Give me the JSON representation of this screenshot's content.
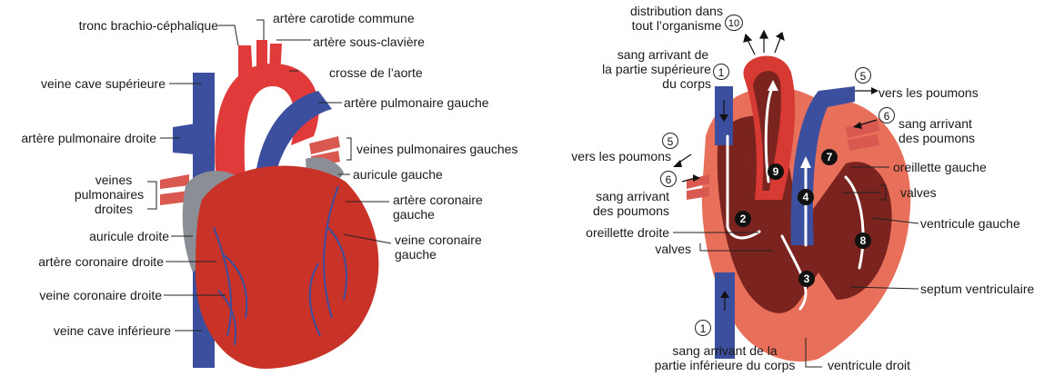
{
  "colors": {
    "aorta": "#e03a3a",
    "heart_muscle": "#c83227",
    "vein_blue": "#3c4f9e",
    "auricle_gray": "#8b8f95",
    "cut_interior": "#7a231f"
  },
  "left_labels": {
    "tronc": "tronc brachio-céphalique",
    "carotide": "artère carotide commune",
    "sous_claviere": "artère sous-clavière",
    "crosse": "crosse de l’aorte",
    "veine_cave_sup": "veine cave supérieure",
    "art_pulm_gauche": "artère pulmonaire gauche",
    "art_pulm_droite": "artère pulmonaire droite",
    "veines_pulm_gauches": "veines pulmonaires gauches",
    "veines_pulm_droites_1": "veines",
    "veines_pulm_droites_2": "pulmonaires",
    "veines_pulm_droites_3": "droites",
    "auricule_gauche": "auricule gauche",
    "art_cor_gauche_1": "artère coronaire",
    "art_cor_gauche_2": "gauche",
    "auricule_droite": "auricule droite",
    "veine_cor_gauche_1": "veine coronaire",
    "veine_cor_gauche_2": "gauche",
    "art_cor_droite": "artère coronaire droite",
    "veine_cor_droite": "veine coronaire droite",
    "veine_cave_inf": "veine cave inférieure"
  },
  "right_labels": {
    "distribution_1": "distribution dans",
    "distribution_2": "tout l’organisme",
    "sang_sup_1": "sang arrivant de",
    "sang_sup_2": "la partie supérieure",
    "sang_sup_3": "du corps",
    "vers_poumons_r": "vers les poumons",
    "sang_poumons_r1": "sang arrivant",
    "sang_poumons_r2": "des poumons",
    "vers_poumons_l": "vers les poumons",
    "oreillette_gauche": "oreillette gauche",
    "sang_poumons_l1": "sang arrivant",
    "sang_poumons_l2": "des poumons",
    "valves_r": "valves",
    "oreillette_droite": "oreillette droite",
    "ventricule_gauche": "ventricule gauche",
    "valves_l": "valves",
    "septum": "septum ventriculaire",
    "sang_inf_1": "sang arrivant de la",
    "sang_inf_2": "partie inférieure du corps",
    "ventricule_droit": "ventricule droit"
  },
  "step_markers": {
    "n1": "1",
    "n2": "2",
    "n3": "3",
    "n4": "4",
    "n5": "5",
    "n6": "6",
    "n7": "7",
    "n8": "8",
    "n9": "9",
    "n10": "10"
  }
}
